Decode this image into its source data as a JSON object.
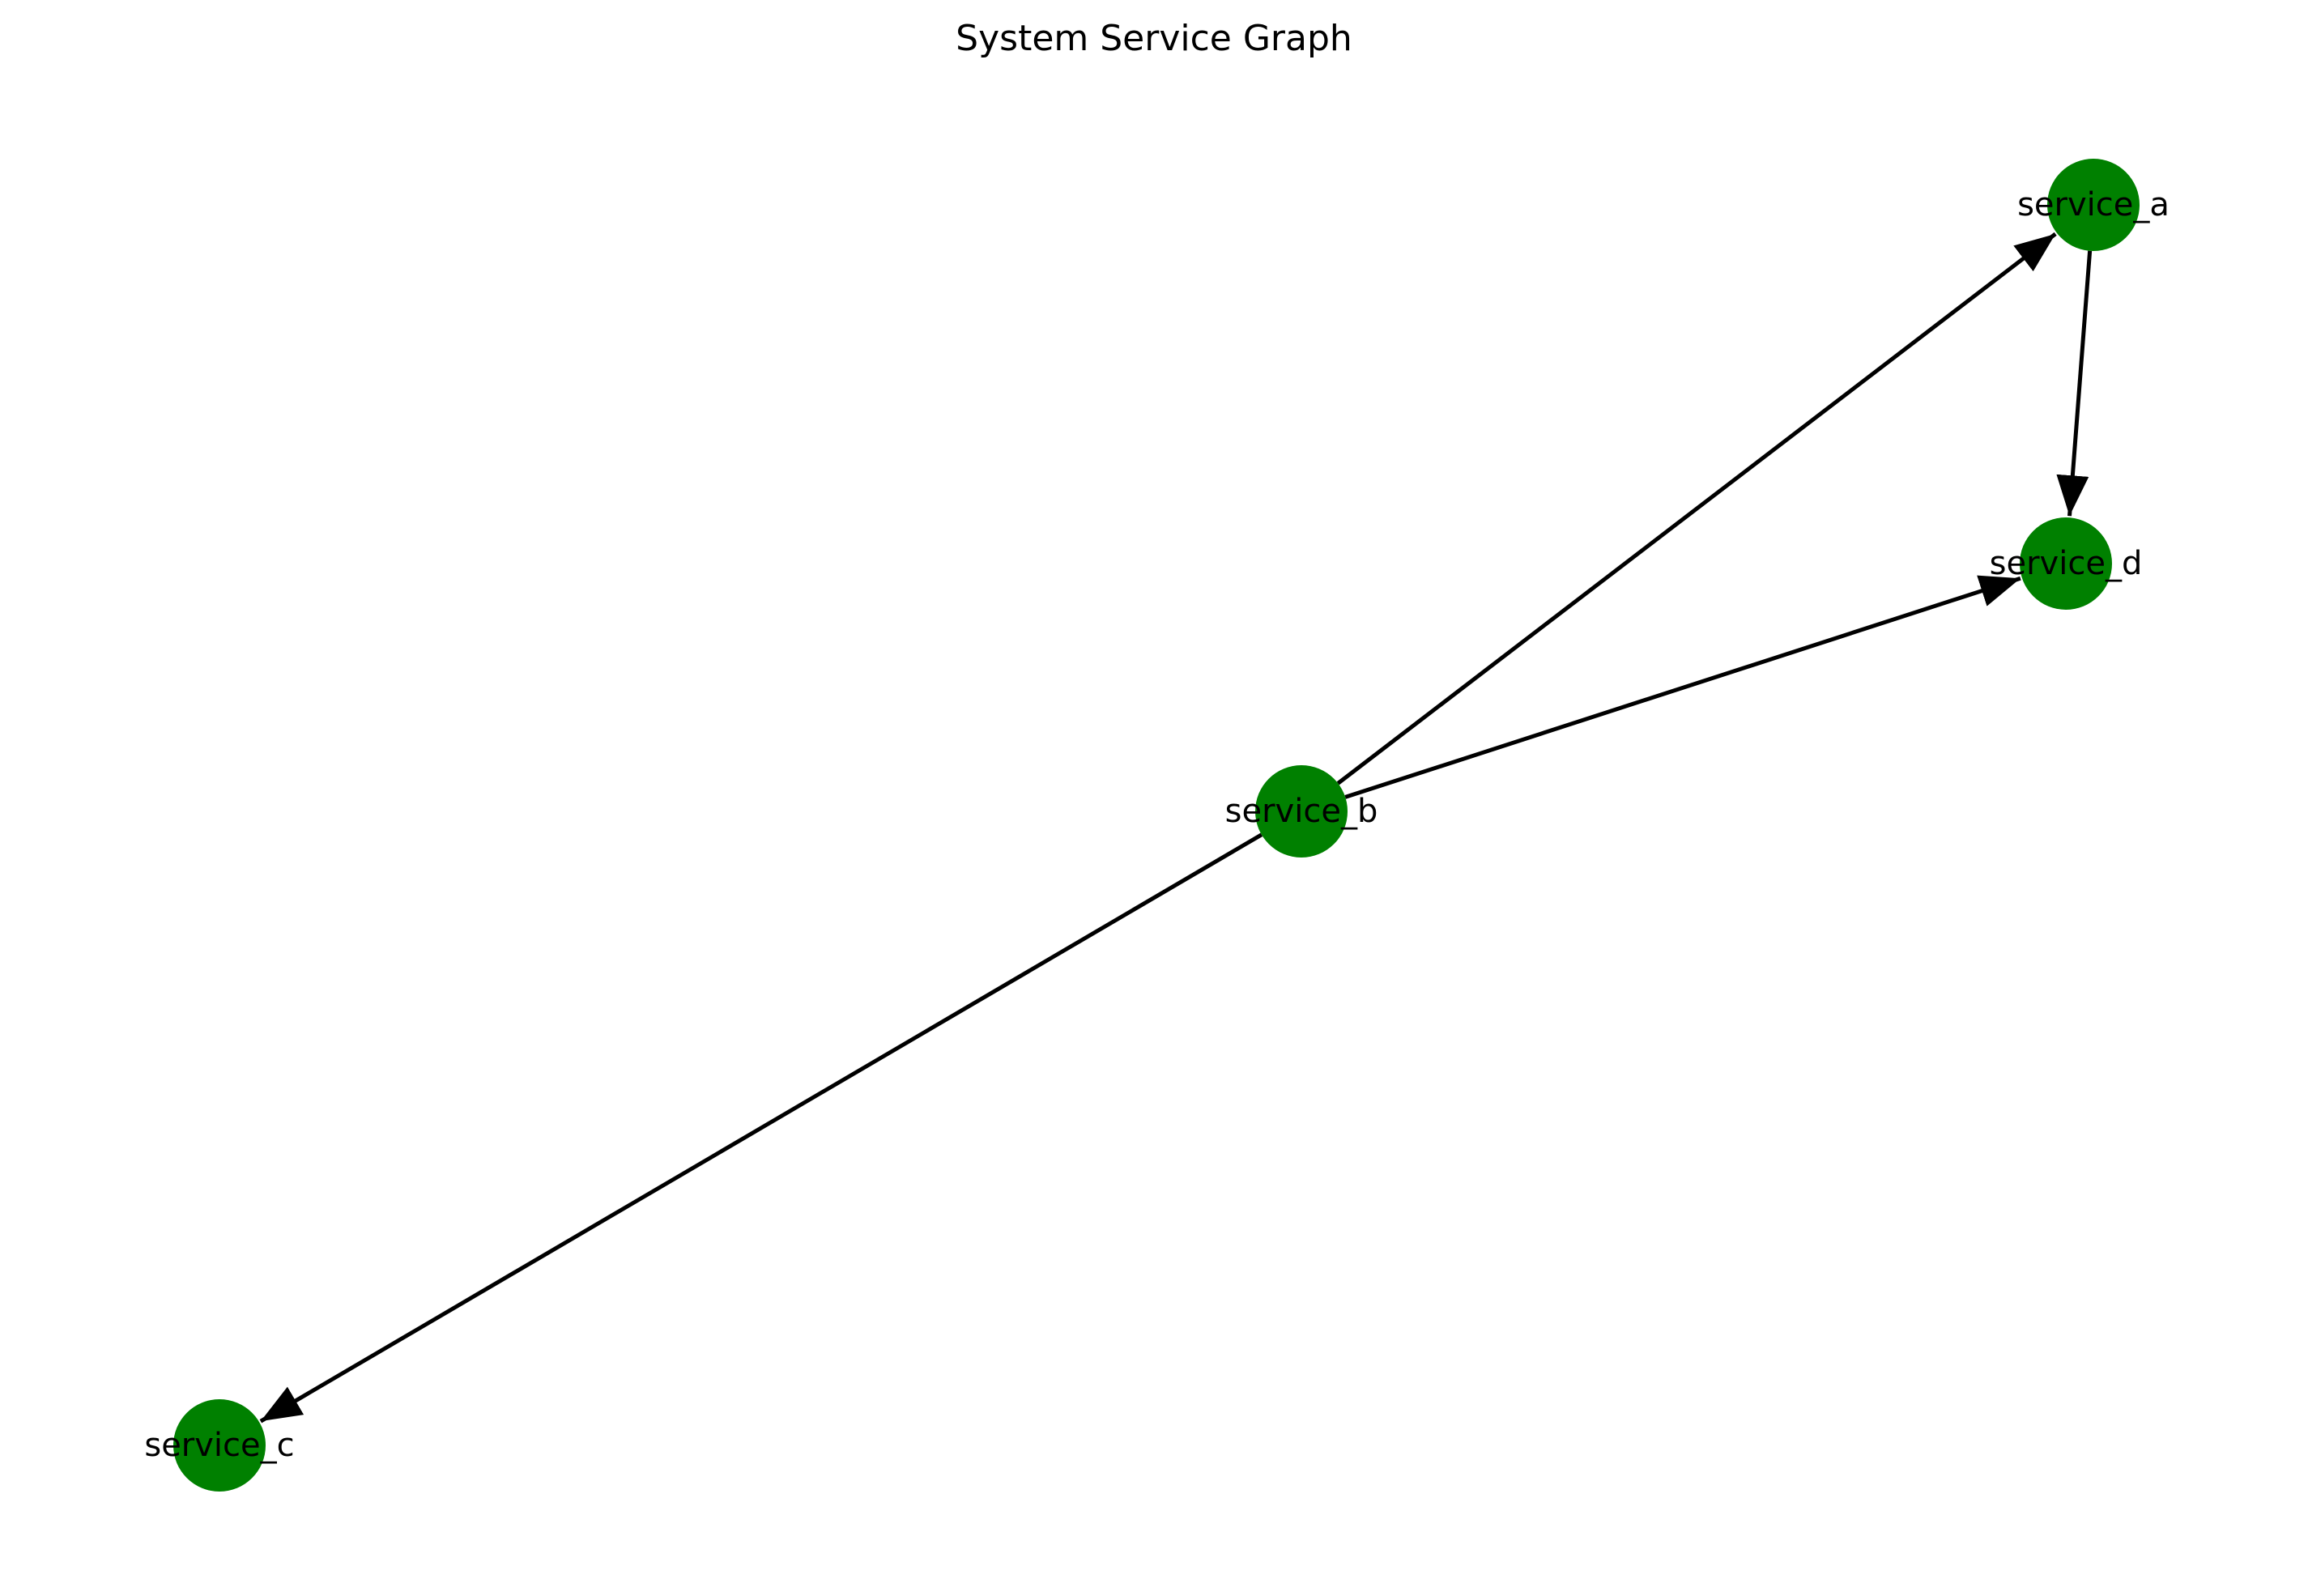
{
  "title": "System Service Graph",
  "colors": {
    "node": "#008000",
    "edge": "#000000",
    "label": "#000000",
    "background": "#ffffff"
  },
  "nodes": [
    {
      "id": "service_a",
      "label": "service_a"
    },
    {
      "id": "service_b",
      "label": "service_b"
    },
    {
      "id": "service_c",
      "label": "service_c"
    },
    {
      "id": "service_d",
      "label": "service_d"
    }
  ],
  "edges": [
    {
      "source": "service_b",
      "target": "service_a"
    },
    {
      "source": "service_b",
      "target": "service_d"
    },
    {
      "source": "service_b",
      "target": "service_c"
    },
    {
      "source": "service_a",
      "target": "service_d"
    }
  ]
}
